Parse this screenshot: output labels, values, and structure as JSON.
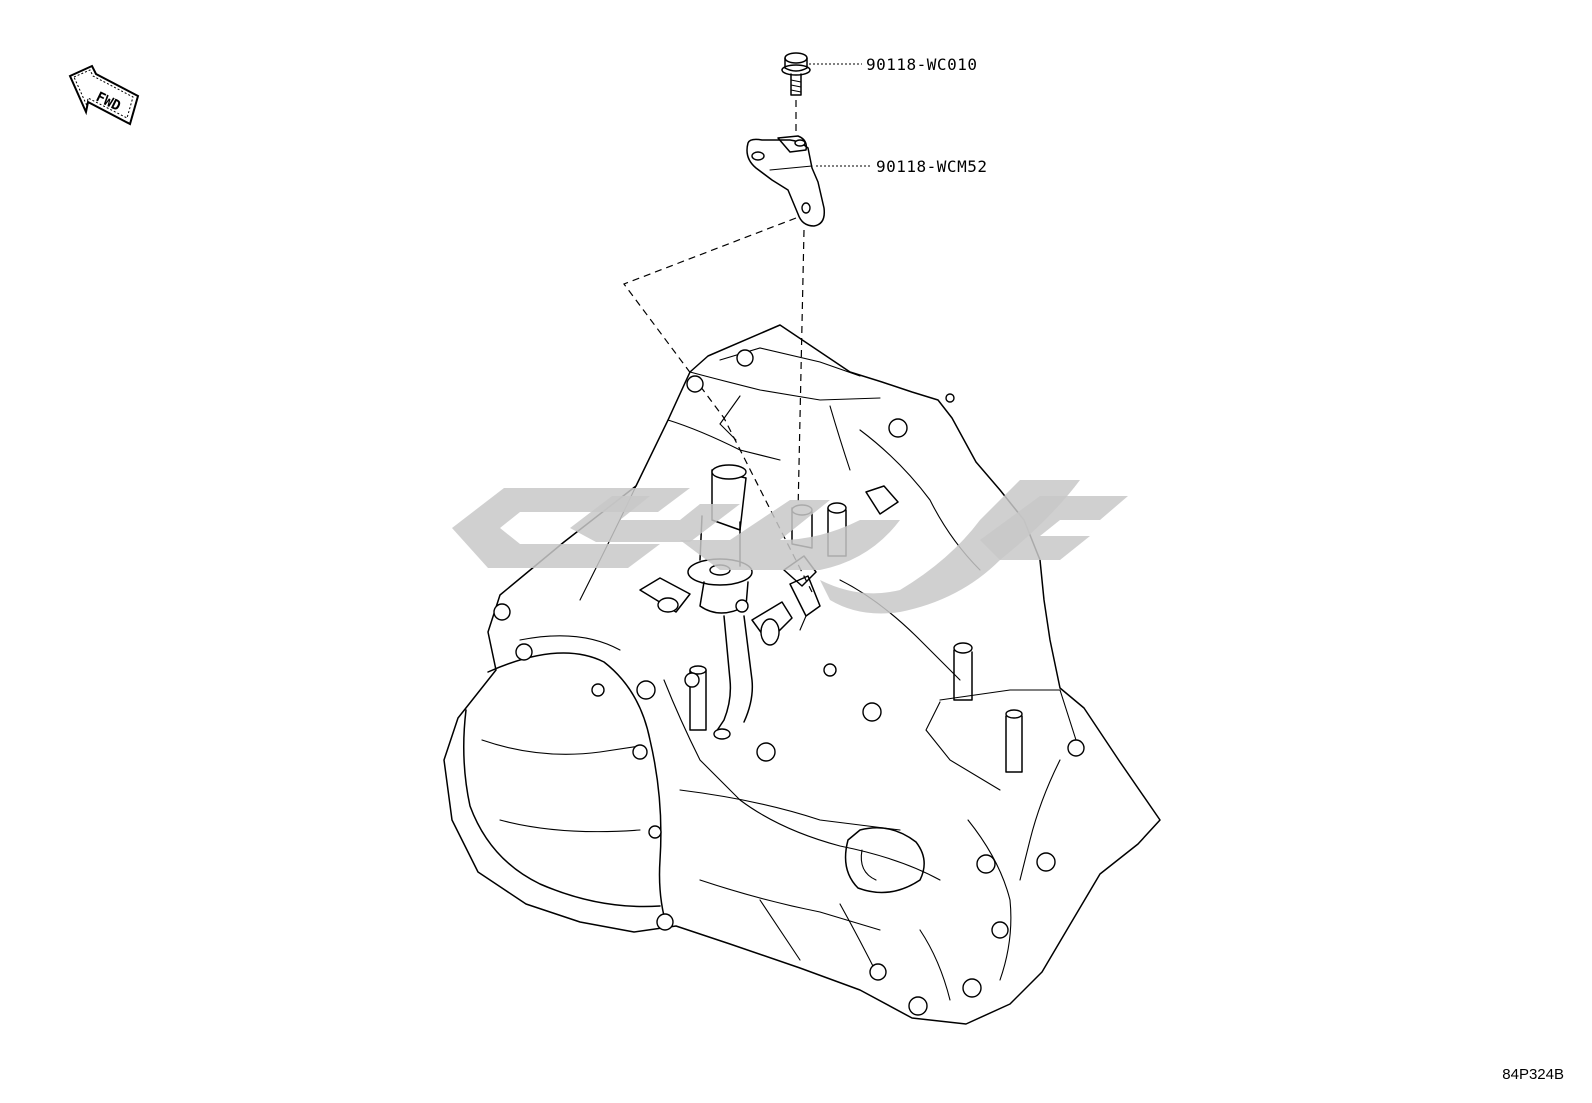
{
  "diagram": {
    "direction_marker": {
      "text": "FWD",
      "icon": "arrow-left-up-icon"
    },
    "parts": [
      {
        "part_number": "90118-WC010"
      },
      {
        "part_number": "90118-WCM52"
      }
    ],
    "reference_code": "84P324B",
    "watermark_icon": "brand-logo-watermark"
  }
}
